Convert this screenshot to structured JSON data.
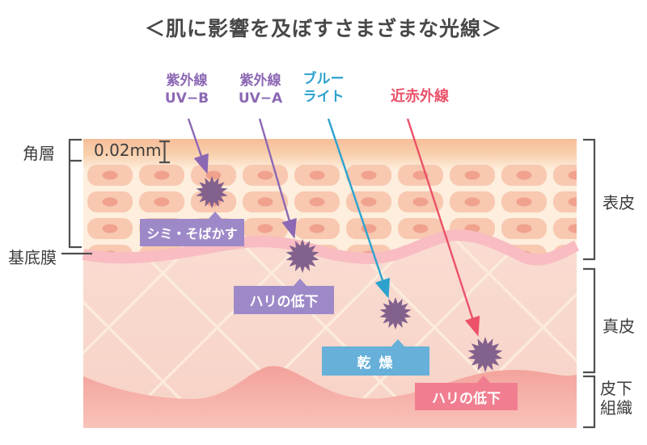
{
  "title": "＜肌に影響を及ぼすさまざまな光線＞",
  "rays": {
    "uvb": {
      "line1": "紫外線",
      "line2": "UV−B",
      "color": "#8c68b4"
    },
    "uva": {
      "line1": "紫外線",
      "line2": "UV−A",
      "color": "#8c68b4"
    },
    "blue": {
      "line1": "ブルー",
      "line2": "ライト",
      "color": "#2da2ce"
    },
    "nir": {
      "label": "近赤外線",
      "color": "#eb5168"
    }
  },
  "skin_labels": {
    "stratum_corneum": "角層",
    "basement_membrane": "基底膜",
    "corneum_thickness": "0.02mm",
    "epidermis": "表皮",
    "dermis": "真皮",
    "subcutis_line1": "皮下",
    "subcutis_line2": "組織"
  },
  "effects": {
    "spots": "シミ・そばかす",
    "firmness_loss_uva": "ハリの低下",
    "dryness": "乾 燥",
    "firmness_loss_nir": "ハリの低下"
  },
  "colors": {
    "title_text": "#484848",
    "uv_purple": "#8c68b4",
    "blue_light": "#2da2ce",
    "near_infrared": "#eb5168",
    "starburst": "#82618c",
    "purple_box": "#9d89c8",
    "blue_box": "#66b0d9",
    "pink_box": "#f17e90",
    "stratum_corneum_band": "#f6bd98",
    "epidermis_bg": "#fdeedd",
    "cell_fill": "#f8c8b0",
    "cell_nucleus": "#f0a28f",
    "basement_membrane_band": "#f8bcc2",
    "dermis_bg": "#f8d8cc",
    "dermis_hatch": "#fceadb",
    "subcutis": "#f3a59e",
    "bracket": "#4f4f4f"
  }
}
